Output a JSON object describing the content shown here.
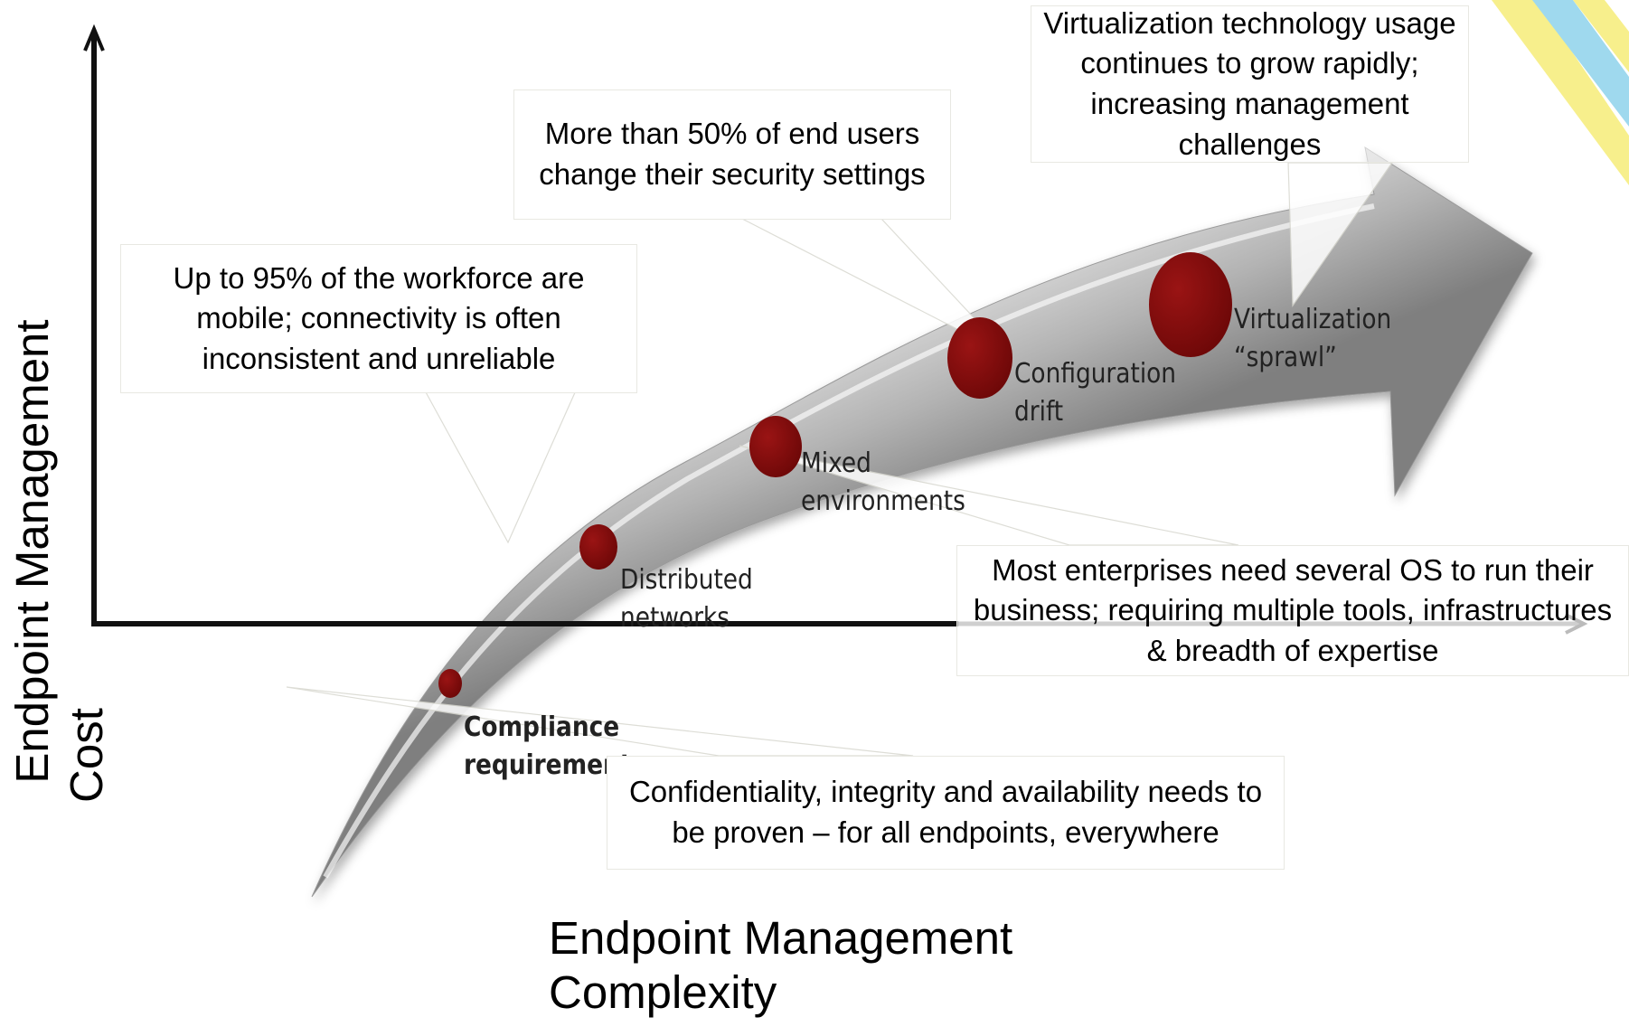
{
  "x_axis_label": {
    "line1": "Endpoint Management",
    "line2": "Complexity"
  },
  "y_axis_label": {
    "line1": "Endpoint Management",
    "line2": "Cost"
  },
  "callouts": {
    "virtualization": "Virtualization technology usage continues to grow rapidly; increasing management challenges",
    "security": "More than 50% of end users change their security settings",
    "mobile": "Up to 95% of the workforce are mobile; connectivity is often inconsistent and unreliable",
    "os": "Most enterprises need several OS to run their business; requiring multiple tools, infrastructures & breadth of expertise",
    "cia": "Confidentiality, integrity and availability needs to be proven – for all endpoints, everywhere"
  },
  "stages": [
    {
      "line1": "Compliance",
      "line2": "requirements"
    },
    {
      "line1": "Distributed",
      "line2": "networks"
    },
    {
      "line1": "Mixed",
      "line2": "environments"
    },
    {
      "line1": "Configuration",
      "line2": "drift"
    },
    {
      "line1": "Virtualization",
      "line2": "“sprawl”"
    }
  ],
  "colors": {
    "arrow_fill": "#b5b5b5",
    "arrow_highlight": "#f2f2f2",
    "dot": "#7d0c0c",
    "axis": "#111111",
    "stripe_yellow": "#f7ef8c",
    "stripe_blue": "#9fd9ee"
  }
}
